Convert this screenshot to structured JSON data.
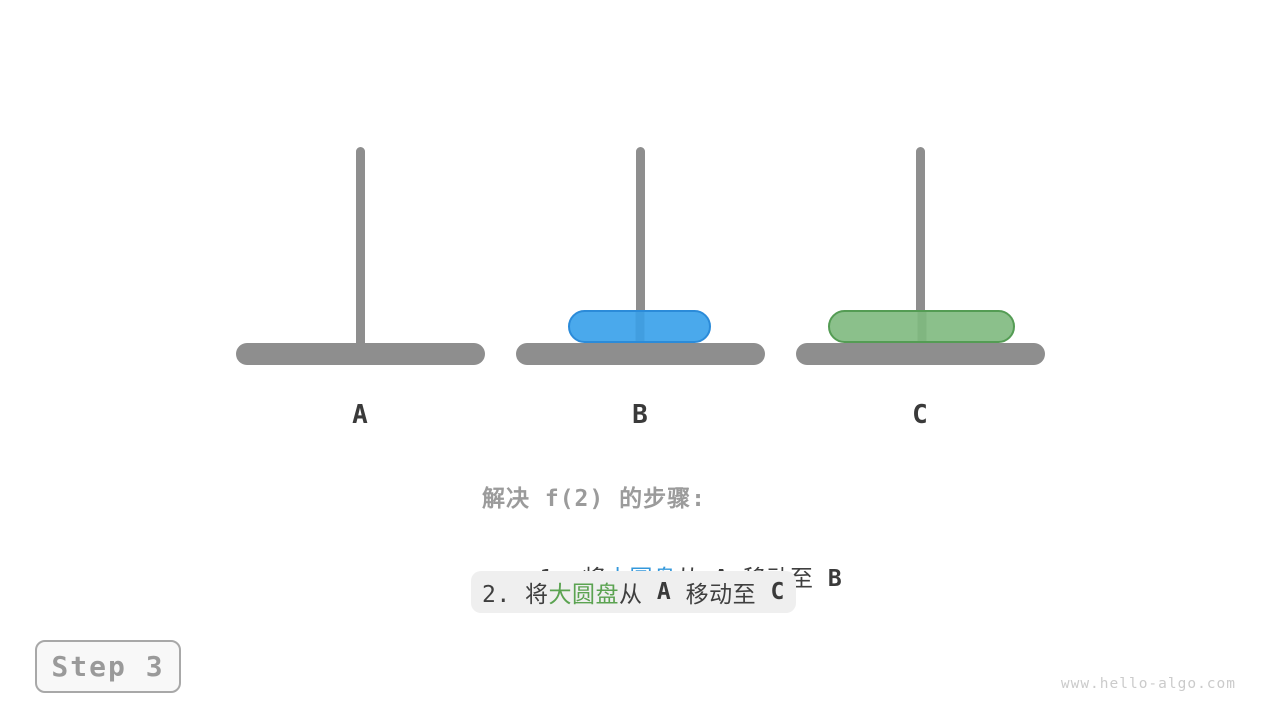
{
  "towers": [
    {
      "label": "A",
      "disks": []
    },
    {
      "label": "B",
      "disks": [
        {
          "size": "small",
          "fill": "#4AA9EC",
          "border": "#2B8BD9"
        }
      ]
    },
    {
      "label": "C",
      "disks": [
        {
          "size": "big",
          "fill": "#8BC08B",
          "border": "#549C54"
        }
      ]
    }
  ],
  "instructions": {
    "title": "解决 f(2) 的步骤:",
    "steps": [
      {
        "highlighted": false,
        "segments": [
          {
            "text": "1. 将"
          },
          {
            "text": "小圆盘"
          },
          {
            "text": "从 "
          },
          {
            "text": "A"
          },
          {
            "text": " 移动至 "
          },
          {
            "text": "B"
          }
        ]
      },
      {
        "highlighted": true,
        "segments": [
          {
            "text": "2. 将"
          },
          {
            "text": "大圆盘"
          },
          {
            "text": "从 "
          },
          {
            "text": "A"
          },
          {
            "text": " 移动至 "
          },
          {
            "text": "C"
          }
        ]
      }
    ]
  },
  "step_badge": {
    "label": "Step 3"
  },
  "watermark": {
    "text": "www.hello-algo.com"
  },
  "colors": {
    "gray": "#8E8E8E",
    "label-dark": "#3A3A3A",
    "text-dark": "#3F3F3F",
    "text-gray": "#9B9B9B",
    "text-blue": "#3498DB",
    "text-green": "#5BA351",
    "disk-blue": "#4AA9EC",
    "disk-blue-border": "#2B8BD9",
    "disk-blue-stripe": "#419EE0",
    "disk-green": "#8BC08B",
    "disk-green-border": "#549C54",
    "disk-green-stripe": "#80B680",
    "highlight-bg": "#EFEFEF",
    "badge-border": "#A8A8A8",
    "badge-bg": "#F8F8F8",
    "badge-text": "#9A9A9A",
    "watermark": "#CBCBCB"
  }
}
